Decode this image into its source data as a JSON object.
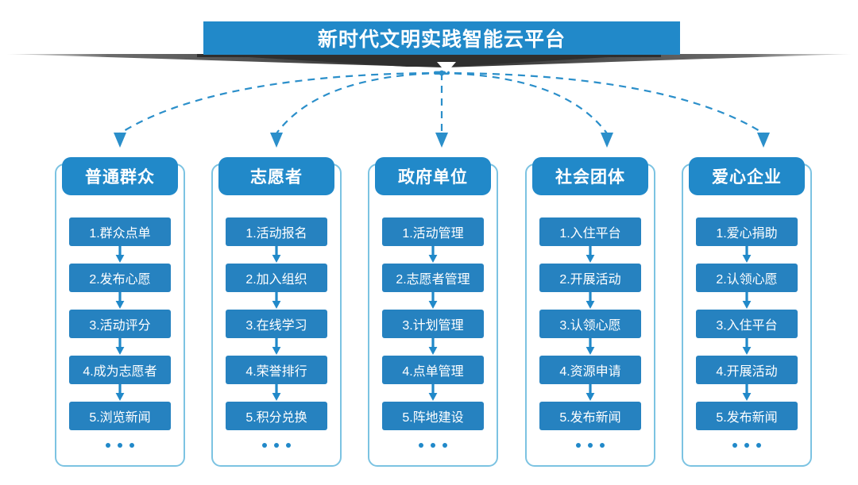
{
  "platform": {
    "title": "新时代文明实践智能云平台",
    "banner_color": "#2189c9",
    "shadow_color": "#333333"
  },
  "theme": {
    "header_blue": "#2189c9",
    "item_blue": "#2682c0",
    "container_border": "#7cc3e2",
    "arrow_blue": "#2189c9",
    "dashed_line": "#2b8fca"
  },
  "icons": {
    "banner_caret": "banner-down-caret-icon",
    "flow_arrow": "down-arrow-icon",
    "ellipsis": "ellipsis-dots-icon"
  },
  "columns": [
    {
      "header": "普通群众",
      "items": [
        "1.群众点单",
        "2.发布心愿",
        "3.活动评分",
        "4.成为志愿者",
        "5.浏览新闻"
      ],
      "more": "..."
    },
    {
      "header": "志愿者",
      "items": [
        "1.活动报名",
        "2.加入组织",
        "3.在线学习",
        "4.荣誉排行",
        "5.积分兑换"
      ],
      "more": "..."
    },
    {
      "header": "政府单位",
      "items": [
        "1.活动管理",
        "2.志愿者管理",
        "3.计划管理",
        "4.点单管理",
        "5.阵地建设"
      ],
      "more": "..."
    },
    {
      "header": "社会团体",
      "items": [
        "1.入住平台",
        "2.开展活动",
        "3.认领心愿",
        "4.资源申请",
        "5.发布新闻"
      ],
      "more": "..."
    },
    {
      "header": "爱心企业",
      "items": [
        "1.爱心捐助",
        "2.认领心愿",
        "3.入住平台",
        "4.开展活动",
        "5.发布新闻"
      ],
      "more": "..."
    }
  ]
}
